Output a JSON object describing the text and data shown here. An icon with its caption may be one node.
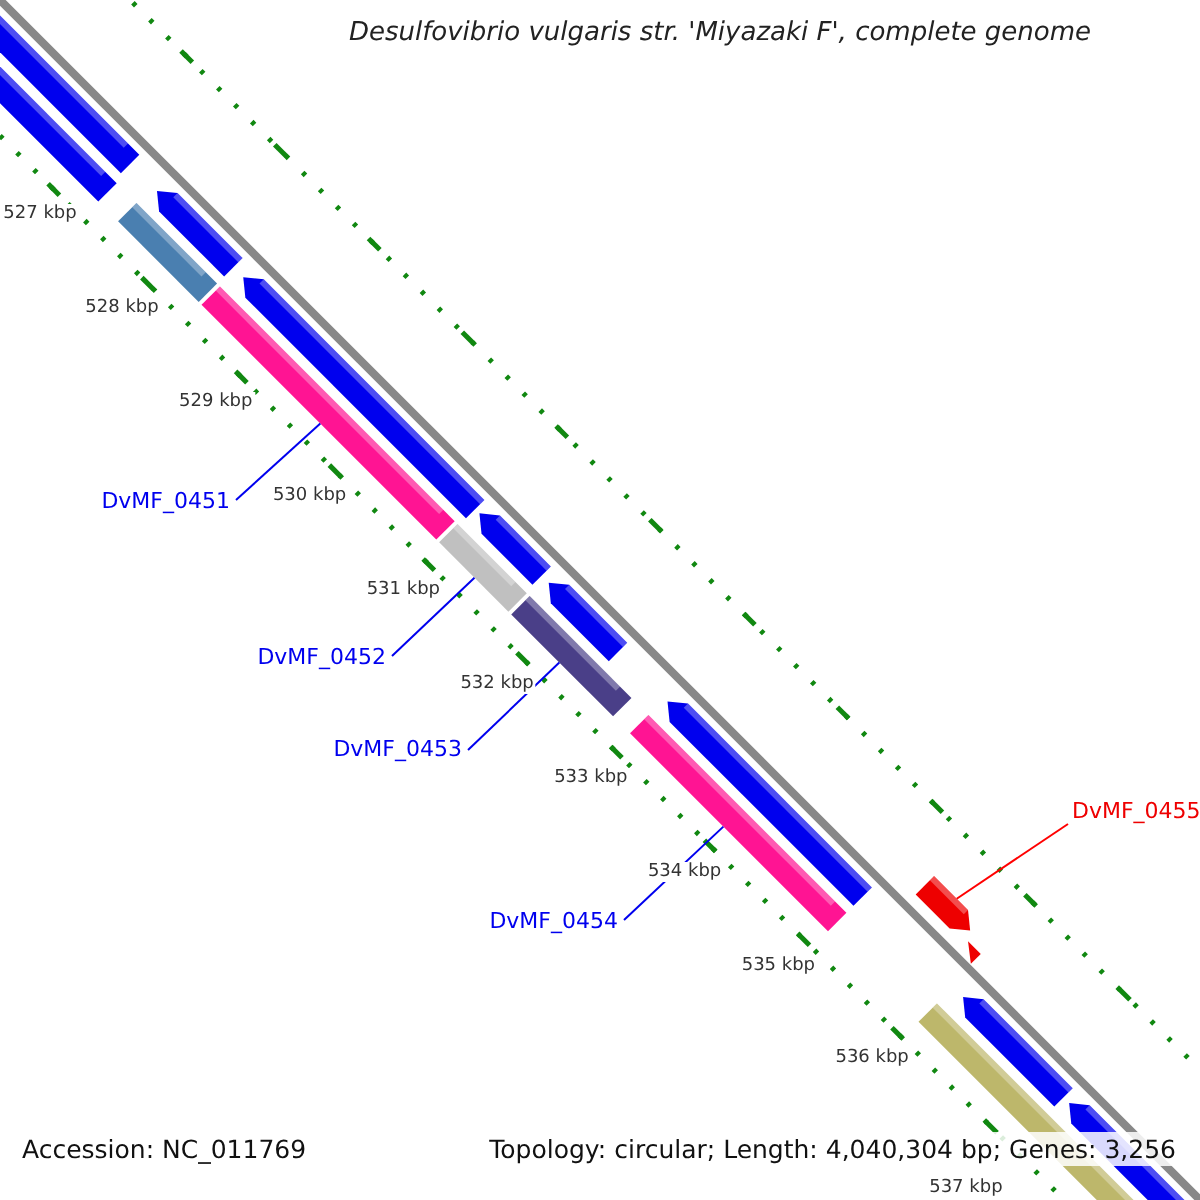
{
  "diagram": {
    "title": "Desulfovibrio vulgaris str. 'Miyazaki F', complete genome",
    "nodes": [
      {
        "text": [
          "DvMF_0451"
        ]
      },
      {
        "text": [
          "DvMF_0452"
        ]
      },
      {
        "text": [
          "DvMF_0453"
        ]
      },
      {
        "text": [
          "DvMF_0454"
        ]
      },
      {
        "text": [
          "DvMF_0455"
        ]
      },
      {
        "text": [],
        "shape": "bar"
      },
      {
        "text": [],
        "shape": "bar"
      },
      {
        "text": [],
        "shape": "bar"
      },
      {
        "text": [],
        "shape": "bar"
      },
      {
        "text": [],
        "shape": "bar"
      }
    ],
    "edges": [
      {
        "from": 0,
        "to": 5,
        "arrow": "none"
      },
      {
        "from": 1,
        "to": 6,
        "arrow": "none"
      },
      {
        "from": 2,
        "to": 7,
        "arrow": "none"
      },
      {
        "from": 3,
        "to": 8,
        "arrow": "none"
      },
      {
        "from": 4,
        "to": 9,
        "arrow": "none",
        "color": "#ff0000"
      }
    ],
    "labels": [
      "527 kbp",
      "528 kbp",
      "529 kbp",
      "530 kbp",
      "531 kbp",
      "532 kbp",
      "533 kbp",
      "534 kbp",
      "535 kbp",
      "536 kbp",
      "537 kbp",
      "Accession: NC_011769",
      "Topology: circular; Length: 4,040,304 bp; Genes: 3,256"
    ]
  }
}
